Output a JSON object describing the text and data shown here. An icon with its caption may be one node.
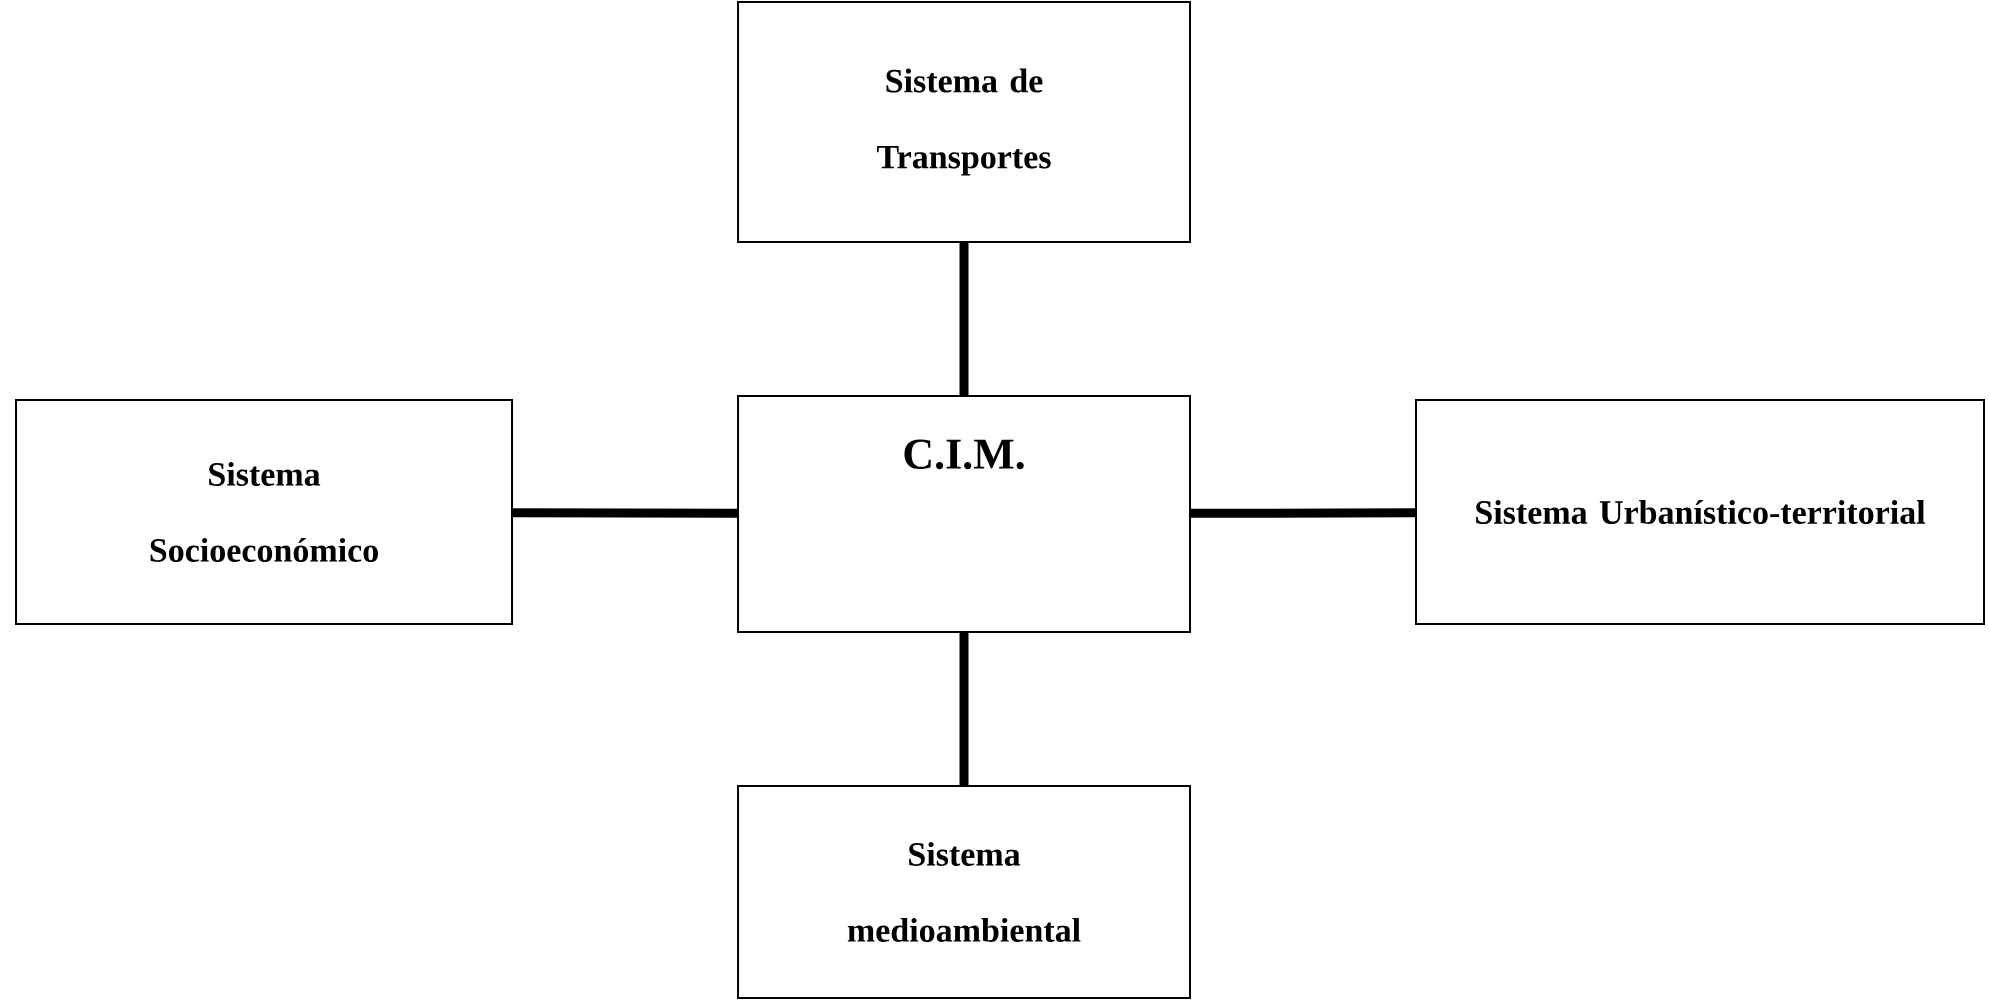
{
  "diagram": {
    "nodes": [
      {
        "text": [
          "Sistema de Transportes"
        ]
      },
      {
        "text": [
          "Sistema Socioeconómico"
        ]
      },
      {
        "text": [
          "C.I.M."
        ]
      },
      {
        "text": [
          "Sistema Urbanístico-territorial"
        ]
      },
      {
        "text": [
          "Sistema medioambiental"
        ]
      }
    ],
    "edges": [
      {
        "from": 2,
        "to": 0,
        "arrow": "none"
      },
      {
        "from": 1,
        "to": 2,
        "arrow": "none"
      },
      {
        "from": 2,
        "to": 3,
        "arrow": "none"
      },
      {
        "from": 2,
        "to": 4,
        "arrow": "none"
      }
    ]
  }
}
